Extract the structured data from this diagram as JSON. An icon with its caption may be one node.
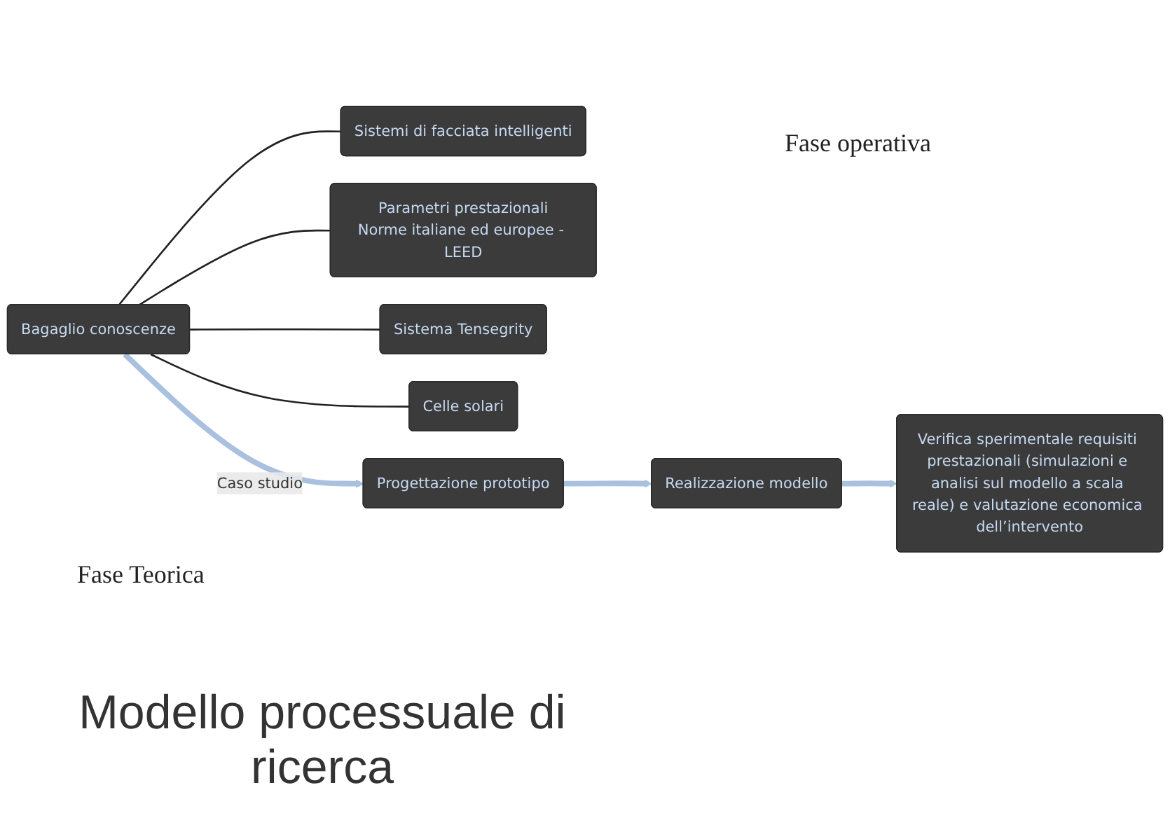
{
  "diagram": {
    "title": "Modello processuale di ricerca",
    "nodes": [
      {
        "text": [
          "Sistemi di facciata intelligenti"
        ]
      },
      {
        "text": [
          "Parametri prestazionali",
          "Norme italiane ed europee - LEED"
        ]
      },
      {
        "text": [
          "Bagaglio conoscenze"
        ]
      },
      {
        "text": [
          "Sistema Tensegrity"
        ]
      },
      {
        "text": [
          "Celle solari"
        ]
      },
      {
        "text": [
          "Progettazione prototipo"
        ]
      },
      {
        "text": [
          "Realizzazione modello"
        ]
      },
      {
        "text": [
          "Verifica sperimentale requisiti prestazionali (simulazioni e analisi sul modello a scala reale) e valutazione economica dell’intervento"
        ]
      }
    ],
    "edges": [
      {
        "from": 2,
        "to": 0,
        "arrow": "none"
      },
      {
        "from": 2,
        "to": 1,
        "arrow": "none"
      },
      {
        "from": 2,
        "to": 3,
        "arrow": "none"
      },
      {
        "from": 2,
        "to": 4,
        "arrow": "none"
      },
      {
        "from": 2,
        "to": 5,
        "arrow": "to",
        "label": "Caso studio",
        "style": "thick",
        "color": "#a9c0de"
      },
      {
        "from": 5,
        "to": 6,
        "arrow": "to",
        "style": "thick",
        "color": "#a9c0de"
      },
      {
        "from": 6,
        "to": 7,
        "arrow": "to",
        "style": "thick",
        "color": "#a9c0de"
      }
    ],
    "labels": [
      "Fase operativa",
      "Fase Teorica"
    ]
  }
}
